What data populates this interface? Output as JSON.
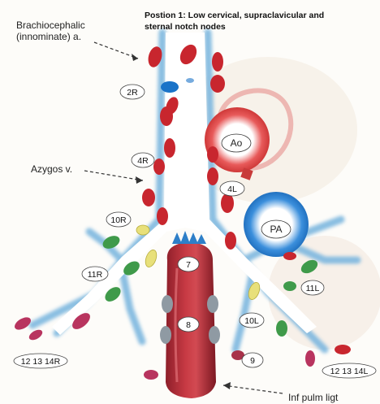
{
  "title_line1": "Postion 1: Low cervical, supraclavicular and",
  "title_line2": "sternal notch nodes",
  "label_brachio_1": "Brachiocephalic",
  "label_brachio_2": "(innominate) a.",
  "label_azygos": "Azygos v.",
  "label_inf_pulm": "Inf pulm ligt",
  "vessels": {
    "ao": "Ao",
    "pa": "PA"
  },
  "stations": {
    "s2r": "2R",
    "s4r": "4R",
    "s4l": "4L",
    "s10r": "10R",
    "s11r": "11R",
    "s7": "7",
    "s8": "8",
    "s9": "9",
    "s10l": "10L",
    "s11l": "11L",
    "s121314r": "12 13 14R",
    "s121314l": "12 13 14L"
  },
  "colors": {
    "red_node": "#c8262e",
    "blue_node": "#1a73c8",
    "green_node": "#3f9a4a",
    "yellow_node": "#e8e07a",
    "pink_node": "#b8345f",
    "grey_node": "#8f9aa3",
    "airway_blue": "#8fc4e6",
    "aorta_red": "#d43a3a",
    "esophagus": "#b3303c"
  }
}
